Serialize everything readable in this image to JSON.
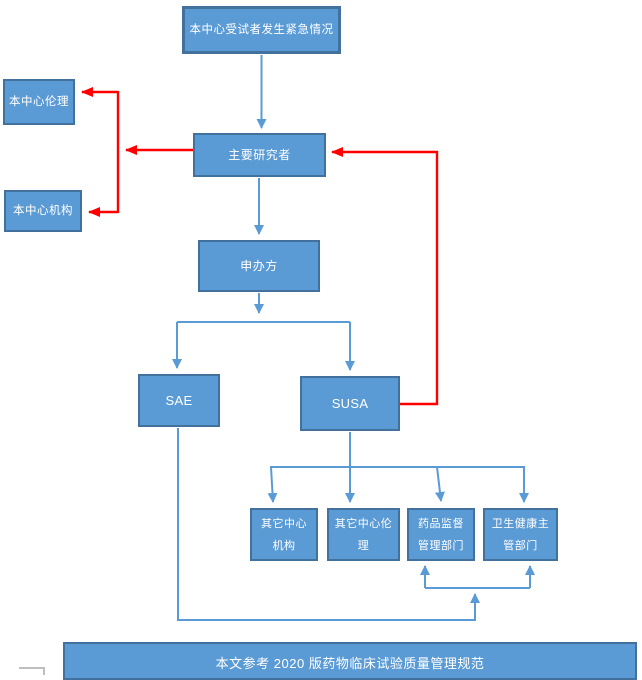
{
  "colors": {
    "node_fill": "#5b9bd5",
    "node_border": "#41719c",
    "connector_blue": "#5b9bd5",
    "connector_red": "#ff0000",
    "node_text": "#ffffff",
    "artifact_gray": "#bfbfbf"
  },
  "nodes": {
    "emergency": "本中心受试者发生紧急情况",
    "center_ethics": "本中心伦理",
    "center_institution": "本中心机构",
    "principal_investigator": "主要研究者",
    "sponsor": "申办方",
    "sae": "SAE",
    "susa": "SUSA",
    "other_center_institution": "其它中心\n机构",
    "other_center_ethics": "其它中心伦\n理",
    "drug_regulatory_dept": "药品监督\n管理部门",
    "health_dept": "卫生健康主\n管部门"
  },
  "footer": "本文参考 2020 版药物临床试验质量管理规范"
}
